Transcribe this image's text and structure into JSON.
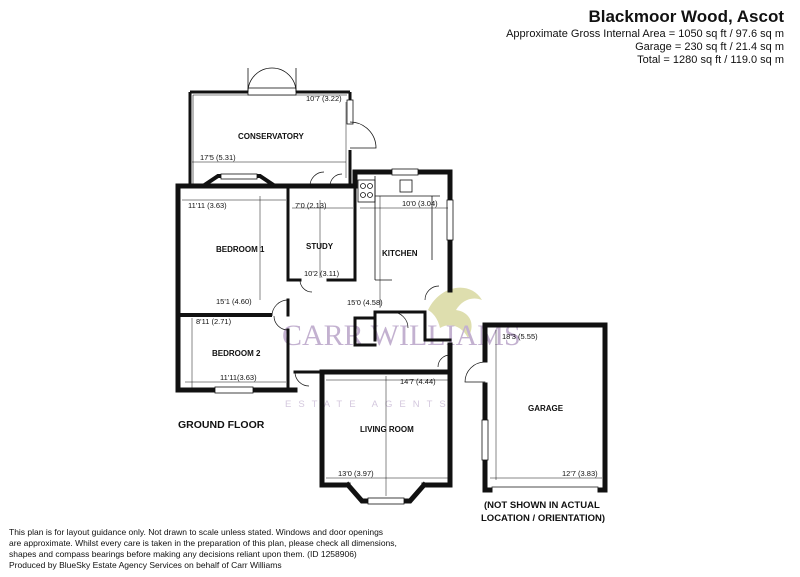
{
  "header": {
    "title": "Blackmoor Wood, Ascot",
    "area_lines": [
      "Approximate Gross Internal Area = 1050 sq ft / 97.6 sq m",
      "Garage = 230 sq ft / 21.4 sq m",
      "Total = 1280 sq ft / 119.0 sq m"
    ]
  },
  "rooms": {
    "conservatory": {
      "name": "CONSERVATORY",
      "dim_w": "10'7 (3.22)",
      "dim_l": "17'5 (5.31)"
    },
    "bedroom1": {
      "name": "BEDROOM 1",
      "dim_a": "11'11 (3.63)",
      "dim_b": "15'1 (4.60)"
    },
    "study": {
      "name": "STUDY",
      "dim_a": "7'0 (2.13)",
      "dim_b": "10'2 (3.11)"
    },
    "kitchen": {
      "name": "KITCHEN",
      "dim_a": "10'0 (3.04)",
      "dim_b": "15'0 (4.58)"
    },
    "bedroom2": {
      "name": "BEDROOM 2",
      "dim_a": "8'11 (2.71)",
      "dim_b": "11'11(3.63)"
    },
    "living": {
      "name": "LIVING ROOM",
      "dim_a": "14'7 (4.44)",
      "dim_b": "13'0 (3.97)"
    },
    "garage": {
      "name": "GARAGE",
      "dim_a": "18'3 (5.55)",
      "dim_b": "12'7 (3.83)"
    }
  },
  "floor_label": "GROUND FLOOR",
  "garage_note": [
    "(NOT SHOWN IN ACTUAL",
    "LOCATION / ORIENTATION)"
  ],
  "watermark": {
    "brand": "CARR WILLIAMS",
    "sub": "ESTATE AGENTS"
  },
  "footer": {
    "lines": [
      "This plan is for layout guidance only. Not drawn to scale unless stated. Windows and door openings",
      "are approximate. Whilst every care is taken in the preparation of this plan, please check all dimensions,",
      "shapes and compass bearings before making any decisions reliant upon them. (ID 1258906)",
      "Produced by BlueSky Estate Agency Services on behalf of Carr Williams"
    ]
  }
}
